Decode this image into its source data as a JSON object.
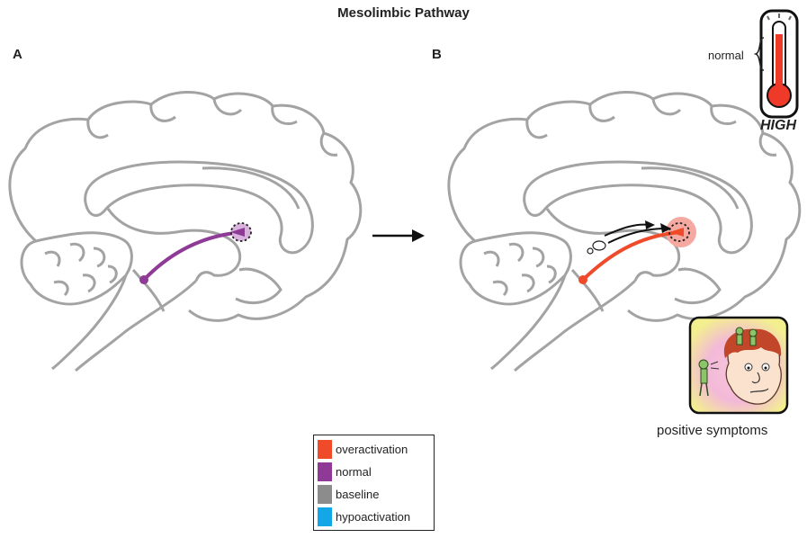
{
  "title": "Mesolimbic Pathway",
  "panels": {
    "a_label": "A",
    "b_label": "B"
  },
  "thermometer": {
    "normal_label": "normal",
    "level_label": "HIGH",
    "level_fraction": 0.85
  },
  "symptoms": {
    "label": "positive symptoms",
    "icon": "hallucination-face-icon"
  },
  "legend": {
    "items": [
      {
        "label": "overactivation",
        "color": "#ef4a2a"
      },
      {
        "label": "normal",
        "color": "#8e3a96"
      },
      {
        "label": "baseline",
        "color": "#8c8c8c"
      },
      {
        "label": "hypoactivation",
        "color": "#13a7e7"
      }
    ]
  },
  "colors": {
    "brain_outline": "#a3a3a3",
    "normal_pathway": "#8e3a96",
    "over_pathway": "#ef4a2a",
    "arrow": "#111111"
  }
}
